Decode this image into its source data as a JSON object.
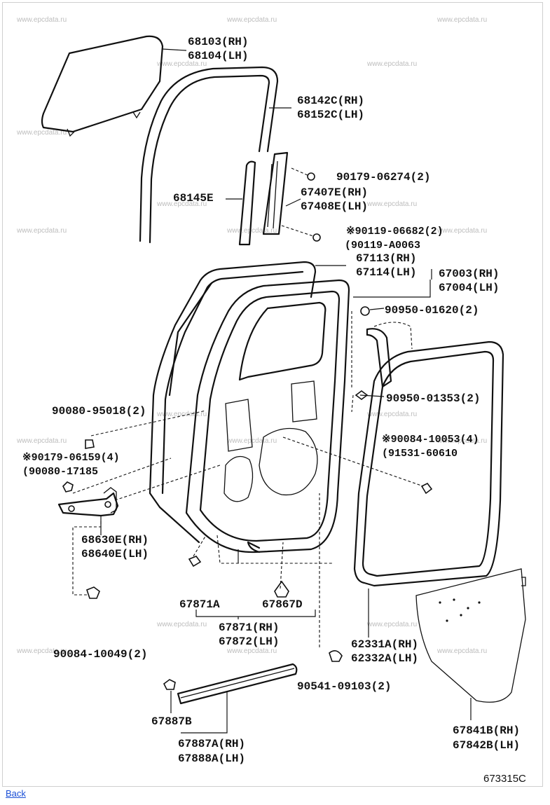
{
  "watermark": "www.epcdata.ru",
  "diagram_code": "673315C",
  "back_label": "Back",
  "labels": {
    "l_68103": "68103(RH)",
    "l_68104": "68104(LH)",
    "l_68142c": "68142C(RH)",
    "l_68152c": "68152C(LH)",
    "l_90179_06274": "90179-06274(2)",
    "l_68145e": "68145E",
    "l_67407e": "67407E(RH)",
    "l_67408e": "67408E(LH)",
    "l_90119_06682": "※90119-06682(2)",
    "l_90119_a0063": "(90119-A0063",
    "l_67113": "67113(RH)",
    "l_67114": "67114(LH)",
    "l_67003": "67003(RH)",
    "l_67004": "67004(LH)",
    "l_90950_01620": "90950-01620(2)",
    "l_90080_95018": "90080-95018(2)",
    "l_90950_01353": "90950-01353(2)",
    "l_90179_06159": "※90179-06159(4)",
    "l_90080_17185": "(90080-17185",
    "l_90084_10053": "※90084-10053(4)",
    "l_91531_60610": "(91531-60610",
    "l_68630e": "68630E(RH)",
    "l_68640e": "68640E(LH)",
    "l_67871a": "67871A",
    "l_67867d": "67867D",
    "l_67871": "67871(RH)",
    "l_67872": "67872(LH)",
    "l_62331a": "62331A(RH)",
    "l_62332a": "62332A(LH)",
    "l_90084_10049": "90084-10049(2)",
    "l_90541_09103": "90541-09103(2)",
    "l_67887b": "67887B",
    "l_67887a": "67887A(RH)",
    "l_67888a": "67888A(LH)",
    "l_67841b": "67841B(RH)",
    "l_67842b": "67842B(LH)"
  }
}
